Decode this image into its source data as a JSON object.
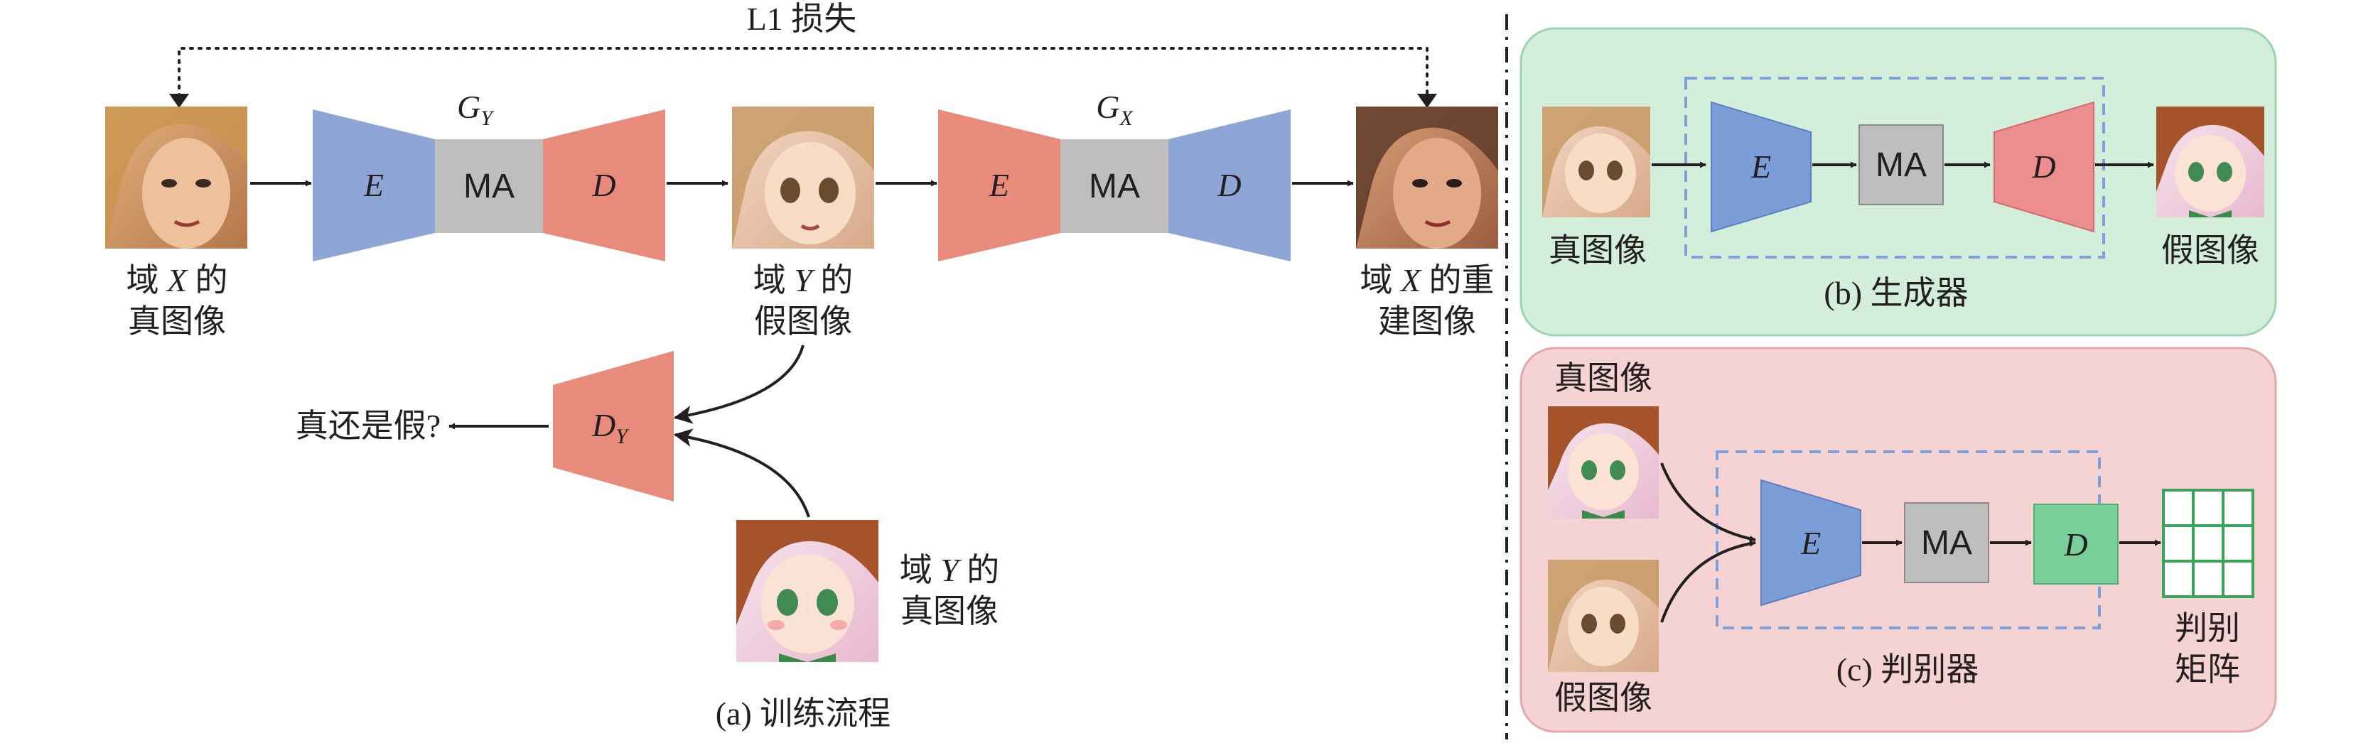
{
  "colors": {
    "encoder_blue": "#8ea6d6",
    "decoder_red": "#e88b7d",
    "ma_gray": "#bebebe",
    "disc_green": "#79cf9a",
    "generator_panel": "#d3eedb",
    "discriminator_panel": "#f6d3d3",
    "dashed_box": "#7ea0d8"
  },
  "icons": {
    "real_x": "photo-woman-blonde",
    "fake_y": "anime-girl-blonde",
    "real_y": "anime-girl-brown-hair",
    "recon_x": "photo-woman-brunette"
  },
  "training": {
    "loss_label": "L1 损失",
    "gen_y_label": "G",
    "gen_y_sub": "Y",
    "gen_x_label": "G",
    "gen_x_sub": "X",
    "encoder": "E",
    "ma": "MA",
    "decoder": "D",
    "real_x_line1_pre": "域 ",
    "real_x_line1_var": "X",
    "real_x_line1_post": " 的",
    "real_x_line2": "真图像",
    "fake_y_line1_pre": "域 ",
    "fake_y_line1_var": "Y",
    "fake_y_line1_post": " 的",
    "fake_y_line2": "假图像",
    "recon_x_line1_pre": "域 ",
    "recon_x_line1_var": "X",
    "recon_x_line1_post": " 的重",
    "recon_x_line2": "建图像",
    "disc_label": "D",
    "disc_sub": "Y",
    "real_or_fake": "真还是假?",
    "real_y_line1_pre": "域 ",
    "real_y_line1_var": "Y",
    "real_y_line1_post": " 的",
    "real_y_line2": "真图像",
    "caption": "(a) 训练流程"
  },
  "generator": {
    "input_label": "真图像",
    "output_label": "假图像",
    "encoder": "E",
    "ma": "MA",
    "decoder": "D",
    "caption": "(b) 生成器"
  },
  "discriminator": {
    "top_input_label": "真图像",
    "bottom_input_label": "假图像",
    "encoder": "E",
    "ma": "MA",
    "decoder": "D",
    "output_line1": "判别",
    "output_line2": "矩阵",
    "caption": "(c) 判别器"
  }
}
